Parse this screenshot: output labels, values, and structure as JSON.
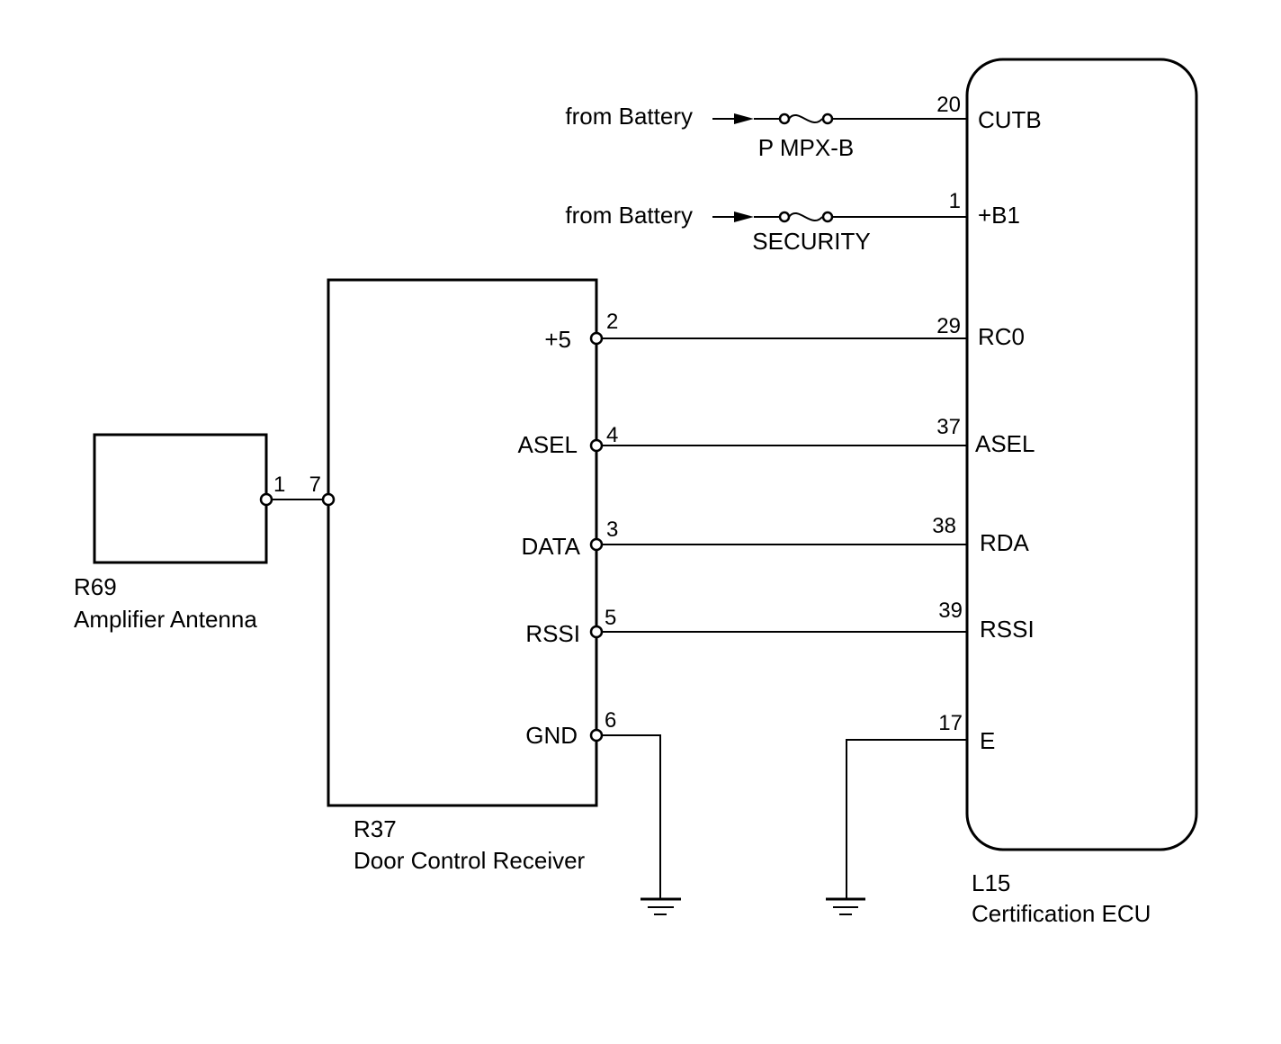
{
  "ecu": {
    "code": "L15",
    "name": "Certification ECU",
    "pins": {
      "cutb": {
        "num": "20",
        "name": "CUTB"
      },
      "b1": {
        "num": "1",
        "name": "+B1"
      },
      "rc0": {
        "num": "29",
        "name": "RC0"
      },
      "asel": {
        "num": "37",
        "name": "ASEL"
      },
      "rda": {
        "num": "38",
        "name": "RDA"
      },
      "rssi": {
        "num": "39",
        "name": "RSSI"
      },
      "e": {
        "num": "17",
        "name": "E"
      }
    }
  },
  "power": {
    "feed1": {
      "source": "from Battery",
      "fuse": "P MPX-B"
    },
    "feed2": {
      "source": "from Battery",
      "fuse": "SECURITY"
    }
  },
  "receiver": {
    "code": "R37",
    "name": "Door Control Receiver",
    "pins": {
      "p5": {
        "num": "2",
        "name": "+5"
      },
      "asel": {
        "num": "4",
        "name": "ASEL"
      },
      "data": {
        "num": "3",
        "name": "DATA"
      },
      "rssi": {
        "num": "5",
        "name": "RSSI"
      },
      "gnd": {
        "num": "6",
        "name": "GND"
      },
      "ant": {
        "num": "7"
      }
    }
  },
  "antenna": {
    "code": "R69",
    "name": "Amplifier Antenna",
    "pin": {
      "num": "1"
    }
  }
}
